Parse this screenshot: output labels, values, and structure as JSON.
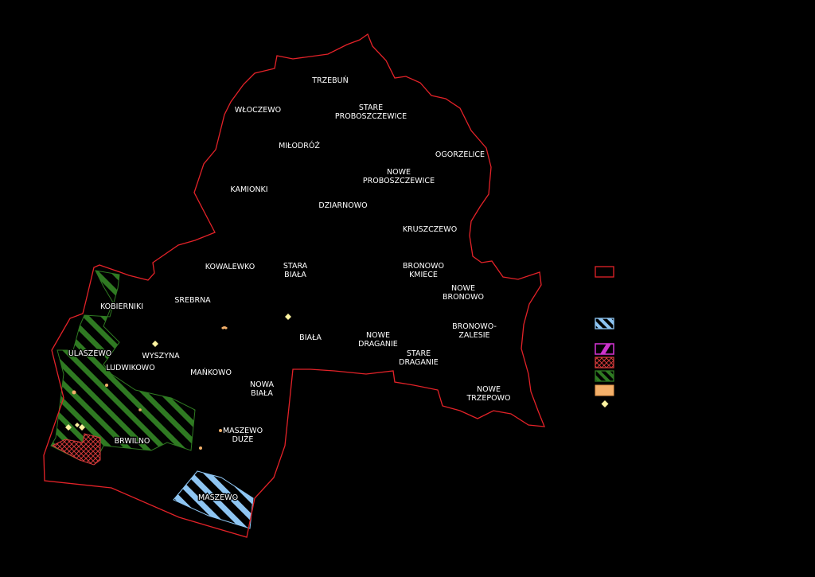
{
  "map": {
    "colors": {
      "background": "#000000",
      "boundary": "#e32228",
      "protected_blue": "#8ec5f2",
      "protected_magenta": "#cc33cc",
      "cross_hatch": "#d23a3a",
      "forest_green": "#2f7a22",
      "orange_area": "#f4b06a",
      "diamond": "#fff3a0"
    },
    "places": [
      {
        "id": "trzebun",
        "lines": [
          "TRZEBUŃ"
        ]
      },
      {
        "id": "wloczewo",
        "lines": [
          "WŁOCZEWO"
        ]
      },
      {
        "id": "stare-proboszczewice",
        "lines": [
          "STARE",
          "PROBOSZCZEWICE"
        ]
      },
      {
        "id": "milodroz",
        "lines": [
          "MIŁODRÓŻ"
        ]
      },
      {
        "id": "ogorzelice",
        "lines": [
          "OGORZELICE"
        ]
      },
      {
        "id": "nowe-proboszczewice",
        "lines": [
          "NOWE",
          "PROBOSZCZEWICE"
        ]
      },
      {
        "id": "kamionki",
        "lines": [
          "KAMIONKI"
        ]
      },
      {
        "id": "dziarnowo",
        "lines": [
          "DZIARNOWO"
        ]
      },
      {
        "id": "kruszczewo",
        "lines": [
          "KRUSZCZEWO"
        ]
      },
      {
        "id": "kowalewko",
        "lines": [
          "KOWALEWKO"
        ]
      },
      {
        "id": "stara-biala",
        "lines": [
          "STARA",
          "BIAŁA"
        ]
      },
      {
        "id": "bronowo-kmiece",
        "lines": [
          "BRONOWO",
          "KMIECE"
        ]
      },
      {
        "id": "nowe-bronowo",
        "lines": [
          "NOWE",
          "BRONOWO"
        ]
      },
      {
        "id": "srebrna",
        "lines": [
          "SREBRNA"
        ]
      },
      {
        "id": "kobierniki",
        "lines": [
          "KOBIERNIKI"
        ]
      },
      {
        "id": "bronowo-zalesie",
        "lines": [
          "BRONOWO-",
          "ZALESIE"
        ]
      },
      {
        "id": "biala",
        "lines": [
          "BIAŁA"
        ]
      },
      {
        "id": "nowe-draganie",
        "lines": [
          "NOWE",
          "DRAGANIE"
        ]
      },
      {
        "id": "ulaszewo",
        "lines": [
          "ULASZEWO"
        ]
      },
      {
        "id": "wyszyna",
        "lines": [
          "WYSZYNA"
        ]
      },
      {
        "id": "stare-draganie",
        "lines": [
          "STARE",
          "DRAGANIE"
        ]
      },
      {
        "id": "ludwikowo",
        "lines": [
          "LUDWIKOWO"
        ]
      },
      {
        "id": "mankowo",
        "lines": [
          "MAŃKOWO"
        ]
      },
      {
        "id": "nowa-biala",
        "lines": [
          "NOWA",
          "BIAŁA"
        ]
      },
      {
        "id": "nowe-trzepowo",
        "lines": [
          "NOWE",
          "TRZEPOWO"
        ]
      },
      {
        "id": "maszewo-duze",
        "lines": [
          "MASZEWO",
          "DUŻE"
        ]
      },
      {
        "id": "brwilno",
        "lines": [
          "BRWILNO"
        ]
      },
      {
        "id": "maszewo",
        "lines": [
          "MASZEWO"
        ]
      }
    ],
    "legend": [
      {
        "id": "boundary",
        "pattern": "outline"
      },
      {
        "id": "protected-blue",
        "pattern": "blue-stripes"
      },
      {
        "id": "protected-magenta",
        "pattern": "magenta-stripes"
      },
      {
        "id": "cross-hatch",
        "pattern": "red-cross"
      },
      {
        "id": "forest-green",
        "pattern": "green-stripes"
      },
      {
        "id": "orange-area",
        "pattern": "orange-fill"
      },
      {
        "id": "diamond",
        "pattern": "diamond"
      }
    ]
  }
}
